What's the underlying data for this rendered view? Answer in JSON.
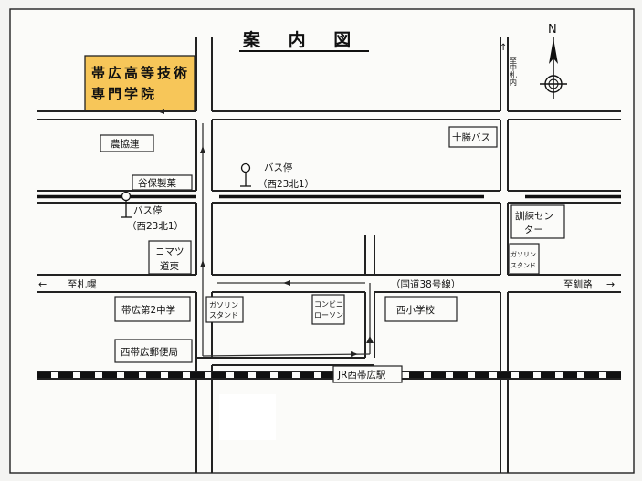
{
  "title": "案 内 図",
  "school": {
    "line1": "帯広高等技術",
    "line2": "専門学院",
    "color": "#f7c659"
  },
  "compass": {
    "label": "N"
  },
  "landmarks": {
    "noukyouren": "農協連",
    "tanibo": "谷保製菓",
    "komatsu_1": "コマツ",
    "komatsu_2": "道東",
    "obihiro2chu": "帯広第2中学",
    "yubinkyoku": "西帯広郵便局",
    "gas_left_1": "ガソリン",
    "gas_left_2": "スタンド",
    "conv_1": "コンビニ",
    "conv_2": "ローソン",
    "nishi_sho": "西小学校",
    "tokachi_bus": "十勝バス",
    "kunren_1": "訓練セン",
    "kunren_2": "ター",
    "gas_right_1": "ガソリン",
    "gas_right_2": "スタンド"
  },
  "bus_stops": [
    {
      "name": "バス停",
      "sub": "（西23北1）"
    },
    {
      "name": "バス停",
      "sub": "（西23北1）"
    }
  ],
  "roads": {
    "to_sapporo": "至札幌",
    "to_kushiro": "至釧路",
    "route38": "（国道38号線）",
    "to_nakasatsunai": "至中札内",
    "jr_station": "JR西帯広駅"
  }
}
